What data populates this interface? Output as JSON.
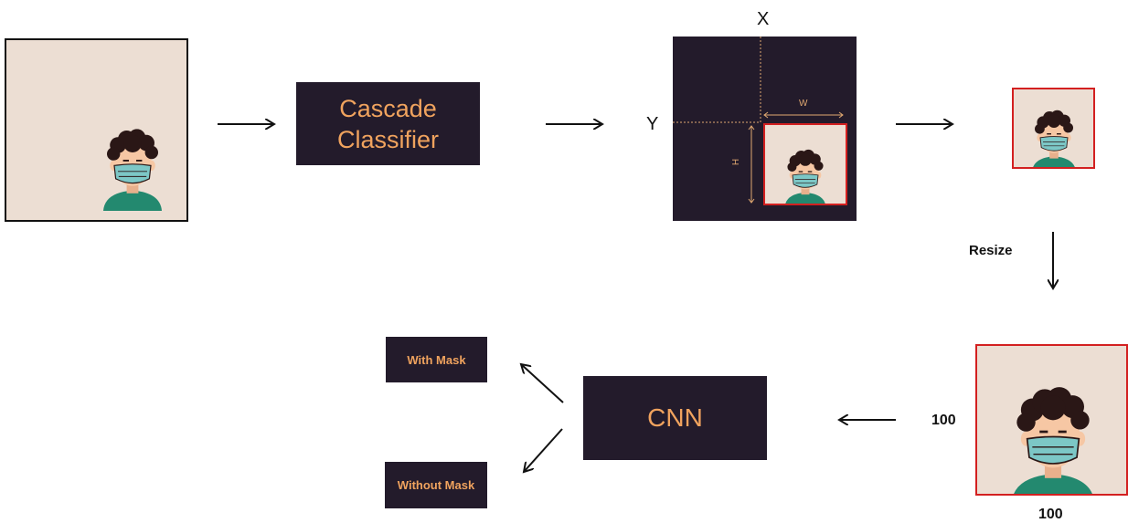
{
  "diagram": {
    "cascade_label_line1": "Cascade",
    "cascade_label_line2": "Classifier",
    "axis_x": "X",
    "axis_y": "Y",
    "dim_w": "W",
    "dim_h": "H",
    "resize_label": "Resize",
    "size_label_side": "100",
    "size_label_bottom": "100",
    "cnn_label": "CNN",
    "with_mask_label": "With Mask",
    "without_mask_label": "Without Mask"
  },
  "colors": {
    "box_fill": "#231b2b",
    "box_text": "#f0a35e",
    "image_bg": "#ecded3",
    "highlight_border": "#d32020",
    "guide_line": "#e0a870",
    "skin": "#f6c7a4",
    "hair": "#2a1716",
    "mask": "#7cc7c6",
    "shirt": "#23896f"
  }
}
